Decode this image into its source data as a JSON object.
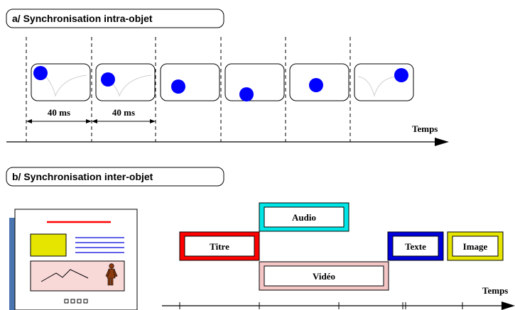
{
  "section_a": {
    "title": "a/ Synchronisation intra-objet",
    "interval_1": "40 ms",
    "interval_2": "40 ms",
    "time_axis_label": "Temps",
    "frame_count": 6
  },
  "section_b": {
    "title": "b/ Synchronisation inter-objet",
    "time_axis_label": "Temps",
    "media": {
      "audio": {
        "label": "Audio",
        "color": "#00e5e5"
      },
      "titre": {
        "label": "Titre",
        "color": "#ff0000"
      },
      "video": {
        "label": "Vidéo",
        "color": "#f4c6c6"
      },
      "texte": {
        "label": "Texte",
        "color": "#0000dd"
      },
      "image": {
        "label": "Image",
        "color": "#e5e500"
      }
    }
  },
  "colors": {
    "ball": "#0000ff",
    "document_edge": "#4a74b0",
    "document_title_line": "#ff0000",
    "document_image_block": "#e5e500",
    "document_text_lines": "#0000dd",
    "document_picture_bg": "#f9d8d8",
    "figure": "#8b3a0f"
  }
}
